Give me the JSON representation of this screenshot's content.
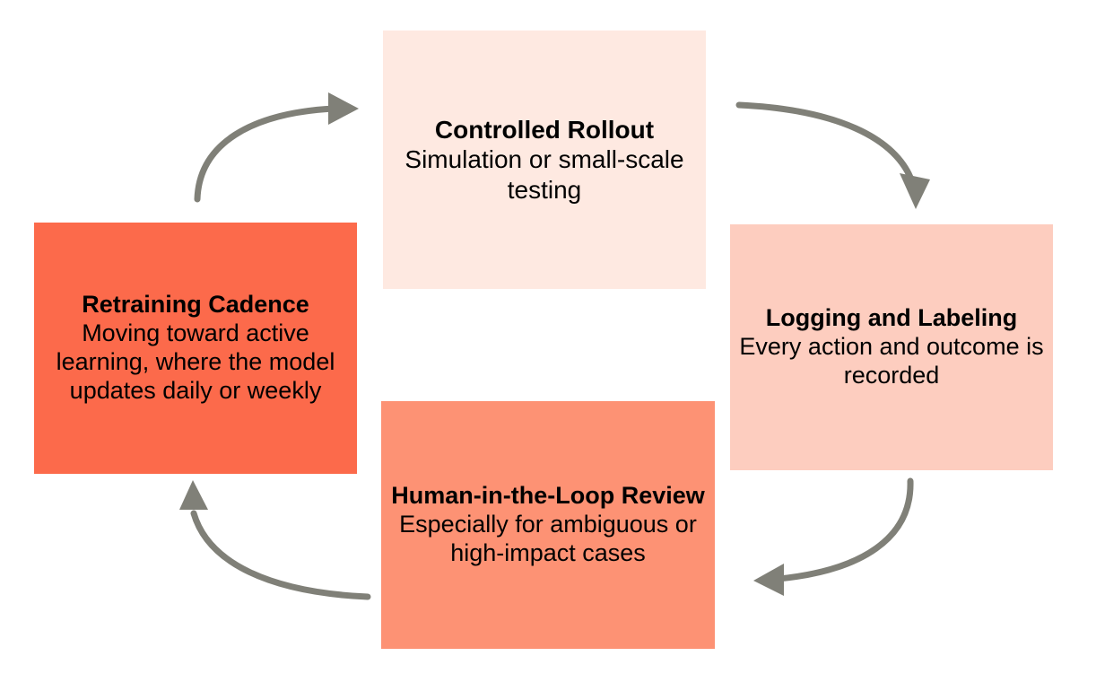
{
  "diagram": {
    "type": "cycle",
    "direction": "clockwise",
    "background_color": "#ffffff",
    "arrow_color": "#808078",
    "text_color": "#000000",
    "nodes": [
      {
        "id": "controlled-rollout",
        "position": "top",
        "title": "Controlled Rollout",
        "description": "Simulation or small-scale testing",
        "color": "#fee9e1"
      },
      {
        "id": "logging-labeling",
        "position": "right",
        "title": "Logging and Labeling",
        "description": "Every action and outcome is recorded",
        "color": "#fdcdbf"
      },
      {
        "id": "human-review",
        "position": "bottom",
        "title": "Human-in-the-Loop Review",
        "description": "Especially for ambiguous or high-impact cases",
        "color": "#fd9274"
      },
      {
        "id": "retraining-cadence",
        "position": "left",
        "title": "Retraining Cadence",
        "description": "Moving toward active learning, where the model updates daily or weekly",
        "color": "#fc6a4b"
      }
    ],
    "connectors": [
      {
        "id": "arrow-retraining-to-rollout",
        "from": "retraining-cadence",
        "to": "controlled-rollout",
        "shape": "curved-arrow",
        "direction": "up-right"
      },
      {
        "id": "arrow-rollout-to-logging",
        "from": "controlled-rollout",
        "to": "logging-labeling",
        "shape": "curved-arrow",
        "direction": "right-down"
      },
      {
        "id": "arrow-logging-to-review",
        "from": "logging-labeling",
        "to": "human-review",
        "shape": "curved-arrow",
        "direction": "down-left"
      },
      {
        "id": "arrow-review-to-retraining",
        "from": "human-review",
        "to": "retraining-cadence",
        "shape": "curved-arrow",
        "direction": "left-up"
      }
    ]
  }
}
